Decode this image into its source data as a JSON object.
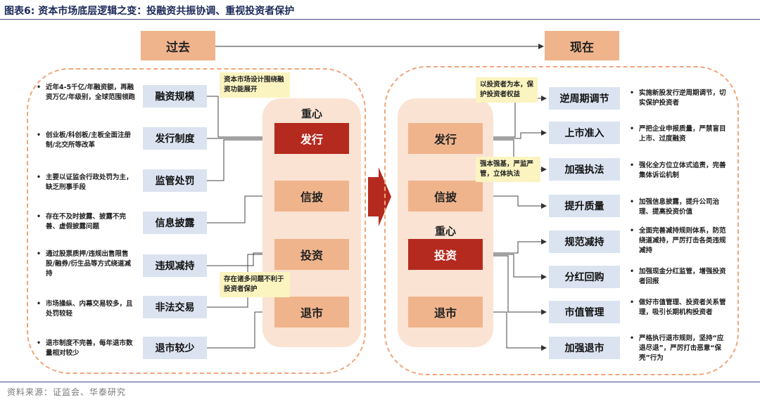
{
  "title": "图表6:   资本市场底层逻辑之变：投融资共振协调、重视投资者保护",
  "source": "资料来源：证监会、华泰研究",
  "header_past": "过去",
  "header_now": "现在",
  "past": {
    "core_label": "重心",
    "column": [
      "发行",
      "信披",
      "投资",
      "退市"
    ],
    "highlight": "发行",
    "labels": [
      "融资规模",
      "发行制度",
      "监管处罚",
      "信息披露",
      "违规减持",
      "非法交易",
      "退市较少"
    ],
    "notes": [
      "近年4-5千亿/年融资额，再融资万亿/年级别，全球范围领跑",
      "创业板/科创板/主板全面注册制/北交所等改革",
      "主要以证监会行政处罚为主，缺乏刑事手段",
      "存在不及时披露、披露不完善、虚假披露问题",
      "通过股票质押/违规出售限售股/融券/衍生品等方式绕道减持",
      "市场操纵、内幕交易较多，且处罚较轻",
      "退市制度不完善，每年退市数量相对较少"
    ],
    "callouts": [
      "资本市场设计围绕融资功能展开",
      "存在诸多问题不利于投资者保护"
    ]
  },
  "now": {
    "core_label": "重心",
    "column": [
      "发行",
      "信披",
      "投资",
      "退市"
    ],
    "highlight": "投资",
    "labels": [
      "逆周期调节",
      "上市准入",
      "加强执法",
      "提升质量",
      "规范减持",
      "分红回购",
      "市值管理",
      "加强退市"
    ],
    "notes": [
      "实施新股发行逆周期调节，切实保护投资者",
      "严把企业申报质量，严禁盲目上市、过度融资",
      "强化全方位立体式追责，完善集体诉讼机制",
      "加强信息披露，提升公司治理、提高投资价值",
      "全面完善减持规则体系，防范绕道减持，严厉打击各类违规减持",
      "加强现金分红监管，增强投资者回报",
      "做好市值管理、投资者关系管理，吸引长期机构投资者",
      "严格执行退市规则，坚持“应退尽退”，严厉打击恶意“保壳”行为"
    ],
    "callouts": [
      "以投资者为本，保护投资者权益",
      "强本强基，严监严管，立体执法"
    ]
  },
  "bullet": "•"
}
